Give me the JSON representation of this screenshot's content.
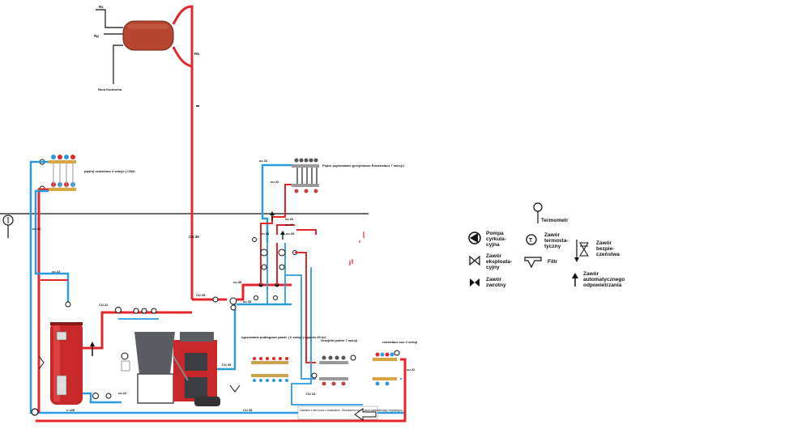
{
  "labels": {
    "rp": "Rp",
    "rz": "Rz",
    "rb": "Rb",
    "rura": "Rura Kontrolna",
    "top_distributor": "piętro) rodzielacz 4 sekcje ) CWU",
    "pietro": "Piętro (ogrzewanie grzejnikowe Rozdzielacz 7 sekcji )",
    "cu35_vertical": "CU 35",
    "cu22_left": "cu 22",
    "cu22_top1": "cu 22",
    "cu22_top2": "cu 22",
    "cu22_top3": "cu 22",
    "cu22_mid": "cu 22",
    "cu22_a": "CU 22",
    "cu35_a": "CU 35",
    "cu35_b": "cu 35",
    "cu35_c": "cu 35",
    "cu35_d": "CU 35",
    "cu28_a": "cu 28",
    "cu28_b": "cu 28",
    "cu28_bottom": "CU 28",
    "cu28_left": "c u28",
    "cu22_small": "cu 22",
    "cu22_b": "cu 22",
    "cu22_c": "CU 22",
    "cu22_d": "cu 22",
    "cu22_r": "cu 22",
    "underfloor": "ogrzewanie podłogowe parter ( 6 sekcji ) ogulnie 60 m2",
    "parter_radiators": "Grzejniki parter 7 sekcji",
    "right_distributor": "rodzielacz cou 4 sekcji",
    "bottom_note": "Zasilanie z sieci wraz z osadnikiem , Reduktorem wody i armi zabezpieczają i regulacyjną"
  },
  "legend": {
    "termometr": "Termometr",
    "pompa": "Pompa cyrkula- cyjna",
    "zawor_termo": "Zawór termosta- tyczny",
    "zawor_bezp": "Zawór bezpie- czeństwa",
    "zawor_eksp": "Zawór eksploata- cyjny",
    "filtr": "Filtr",
    "zawor_zwrotny": "Zawór zwrotny",
    "zawor_odpow": "Zawór automatycznego odpowietrzania",
    "thermometer_symbol": "T"
  },
  "colors": {
    "supply": "#e3262b",
    "return": "#2a9be0",
    "tank": "#b5452e",
    "boiler_body": "#c8282a",
    "boiler_gray": "#5a5e63"
  }
}
